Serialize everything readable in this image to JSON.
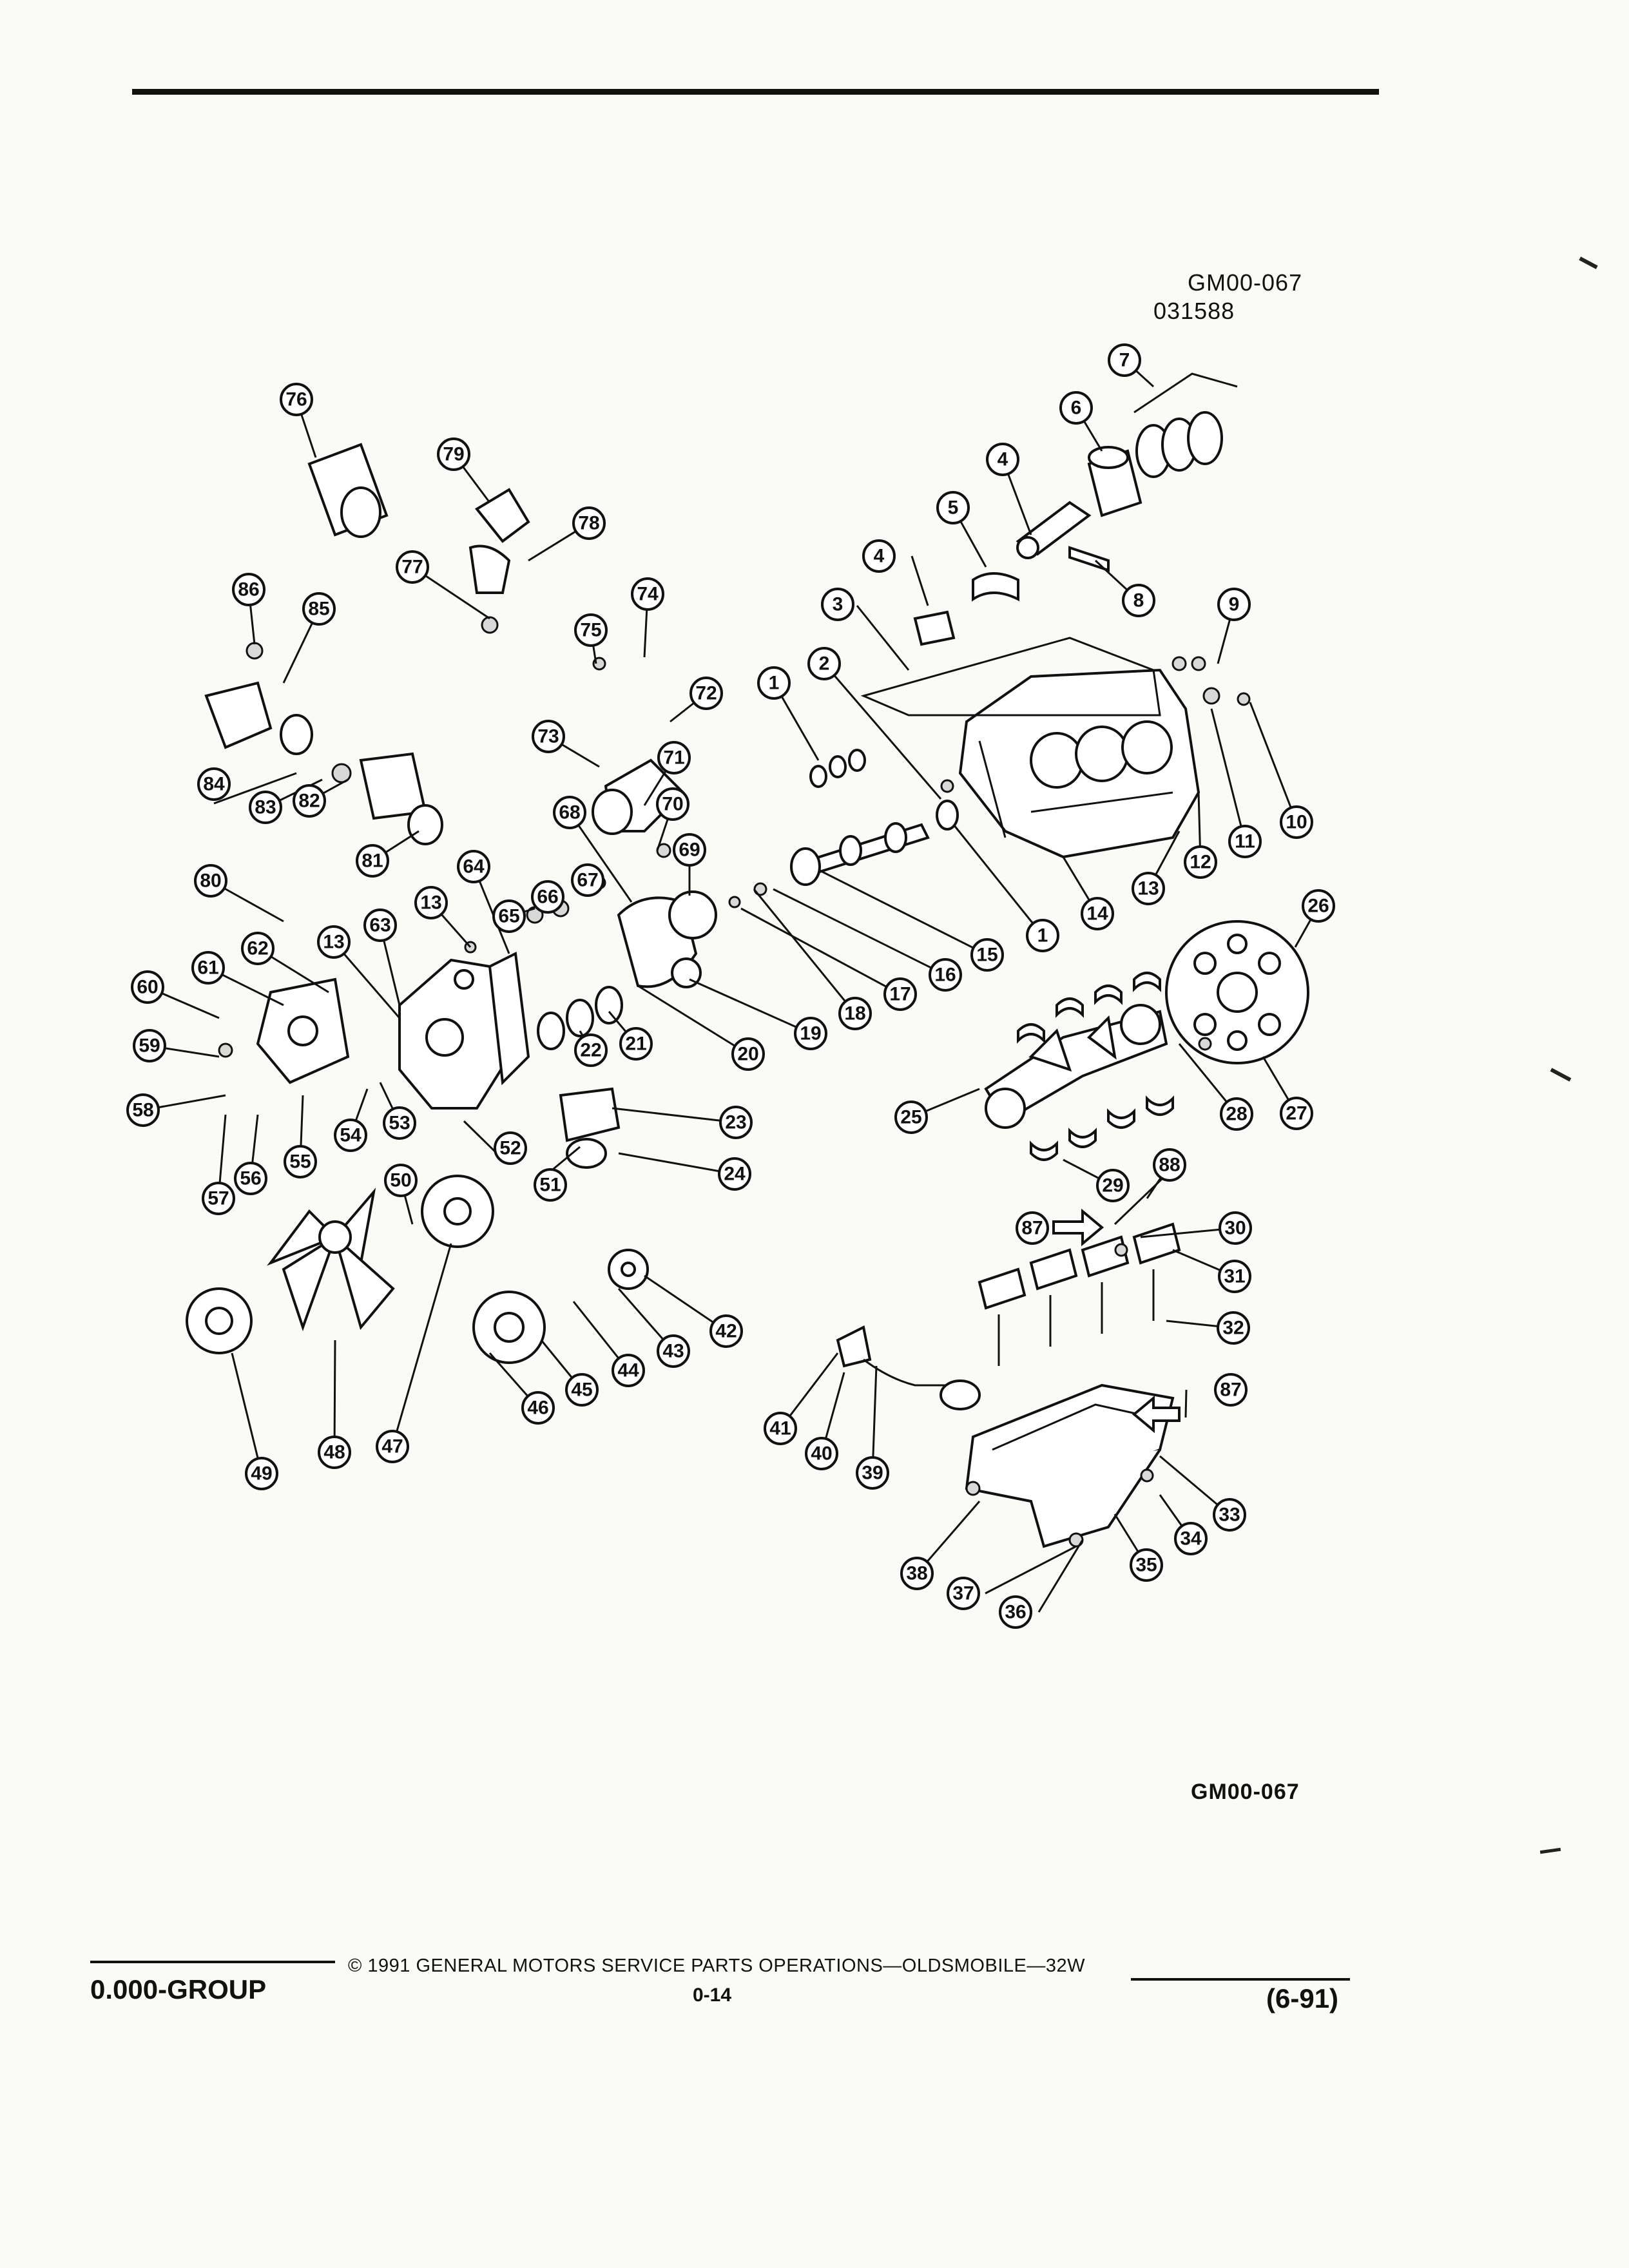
{
  "header": {
    "diagram_code": "GM00-067",
    "diagram_number": "031588"
  },
  "bottom_code": "GM00-067",
  "footer": {
    "group": "0.000-GROUP",
    "copyright": "© 1991 GENERAL MOTORS SERVICE PARTS OPERATIONS—OLDSMOBILE—32W",
    "page_number": "0-14",
    "revision_date": "(6-91)"
  },
  "callouts": [
    "1",
    "1",
    "2",
    "3",
    "4",
    "4",
    "5",
    "6",
    "7",
    "8",
    "9",
    "10",
    "11",
    "12",
    "13",
    "13",
    "13",
    "13",
    "14",
    "15",
    "16",
    "17",
    "18",
    "19",
    "20",
    "21",
    "22",
    "23",
    "24",
    "25",
    "26",
    "27",
    "28",
    "29",
    "30",
    "31",
    "32",
    "33",
    "34",
    "35",
    "36",
    "37",
    "38",
    "39",
    "40",
    "41",
    "42",
    "43",
    "44",
    "45",
    "46",
    "47",
    "48",
    "49",
    "50",
    "51",
    "52",
    "53",
    "54",
    "55",
    "56",
    "57",
    "58",
    "59",
    "60",
    "61",
    "62",
    "63",
    "64",
    "65",
    "66",
    "67",
    "68",
    "69",
    "70",
    "71",
    "72",
    "73",
    "74",
    "75",
    "76",
    "77",
    "78",
    "79",
    "80",
    "81",
    "82",
    "83",
    "84",
    "85",
    "86",
    "87",
    "87",
    "88"
  ]
}
